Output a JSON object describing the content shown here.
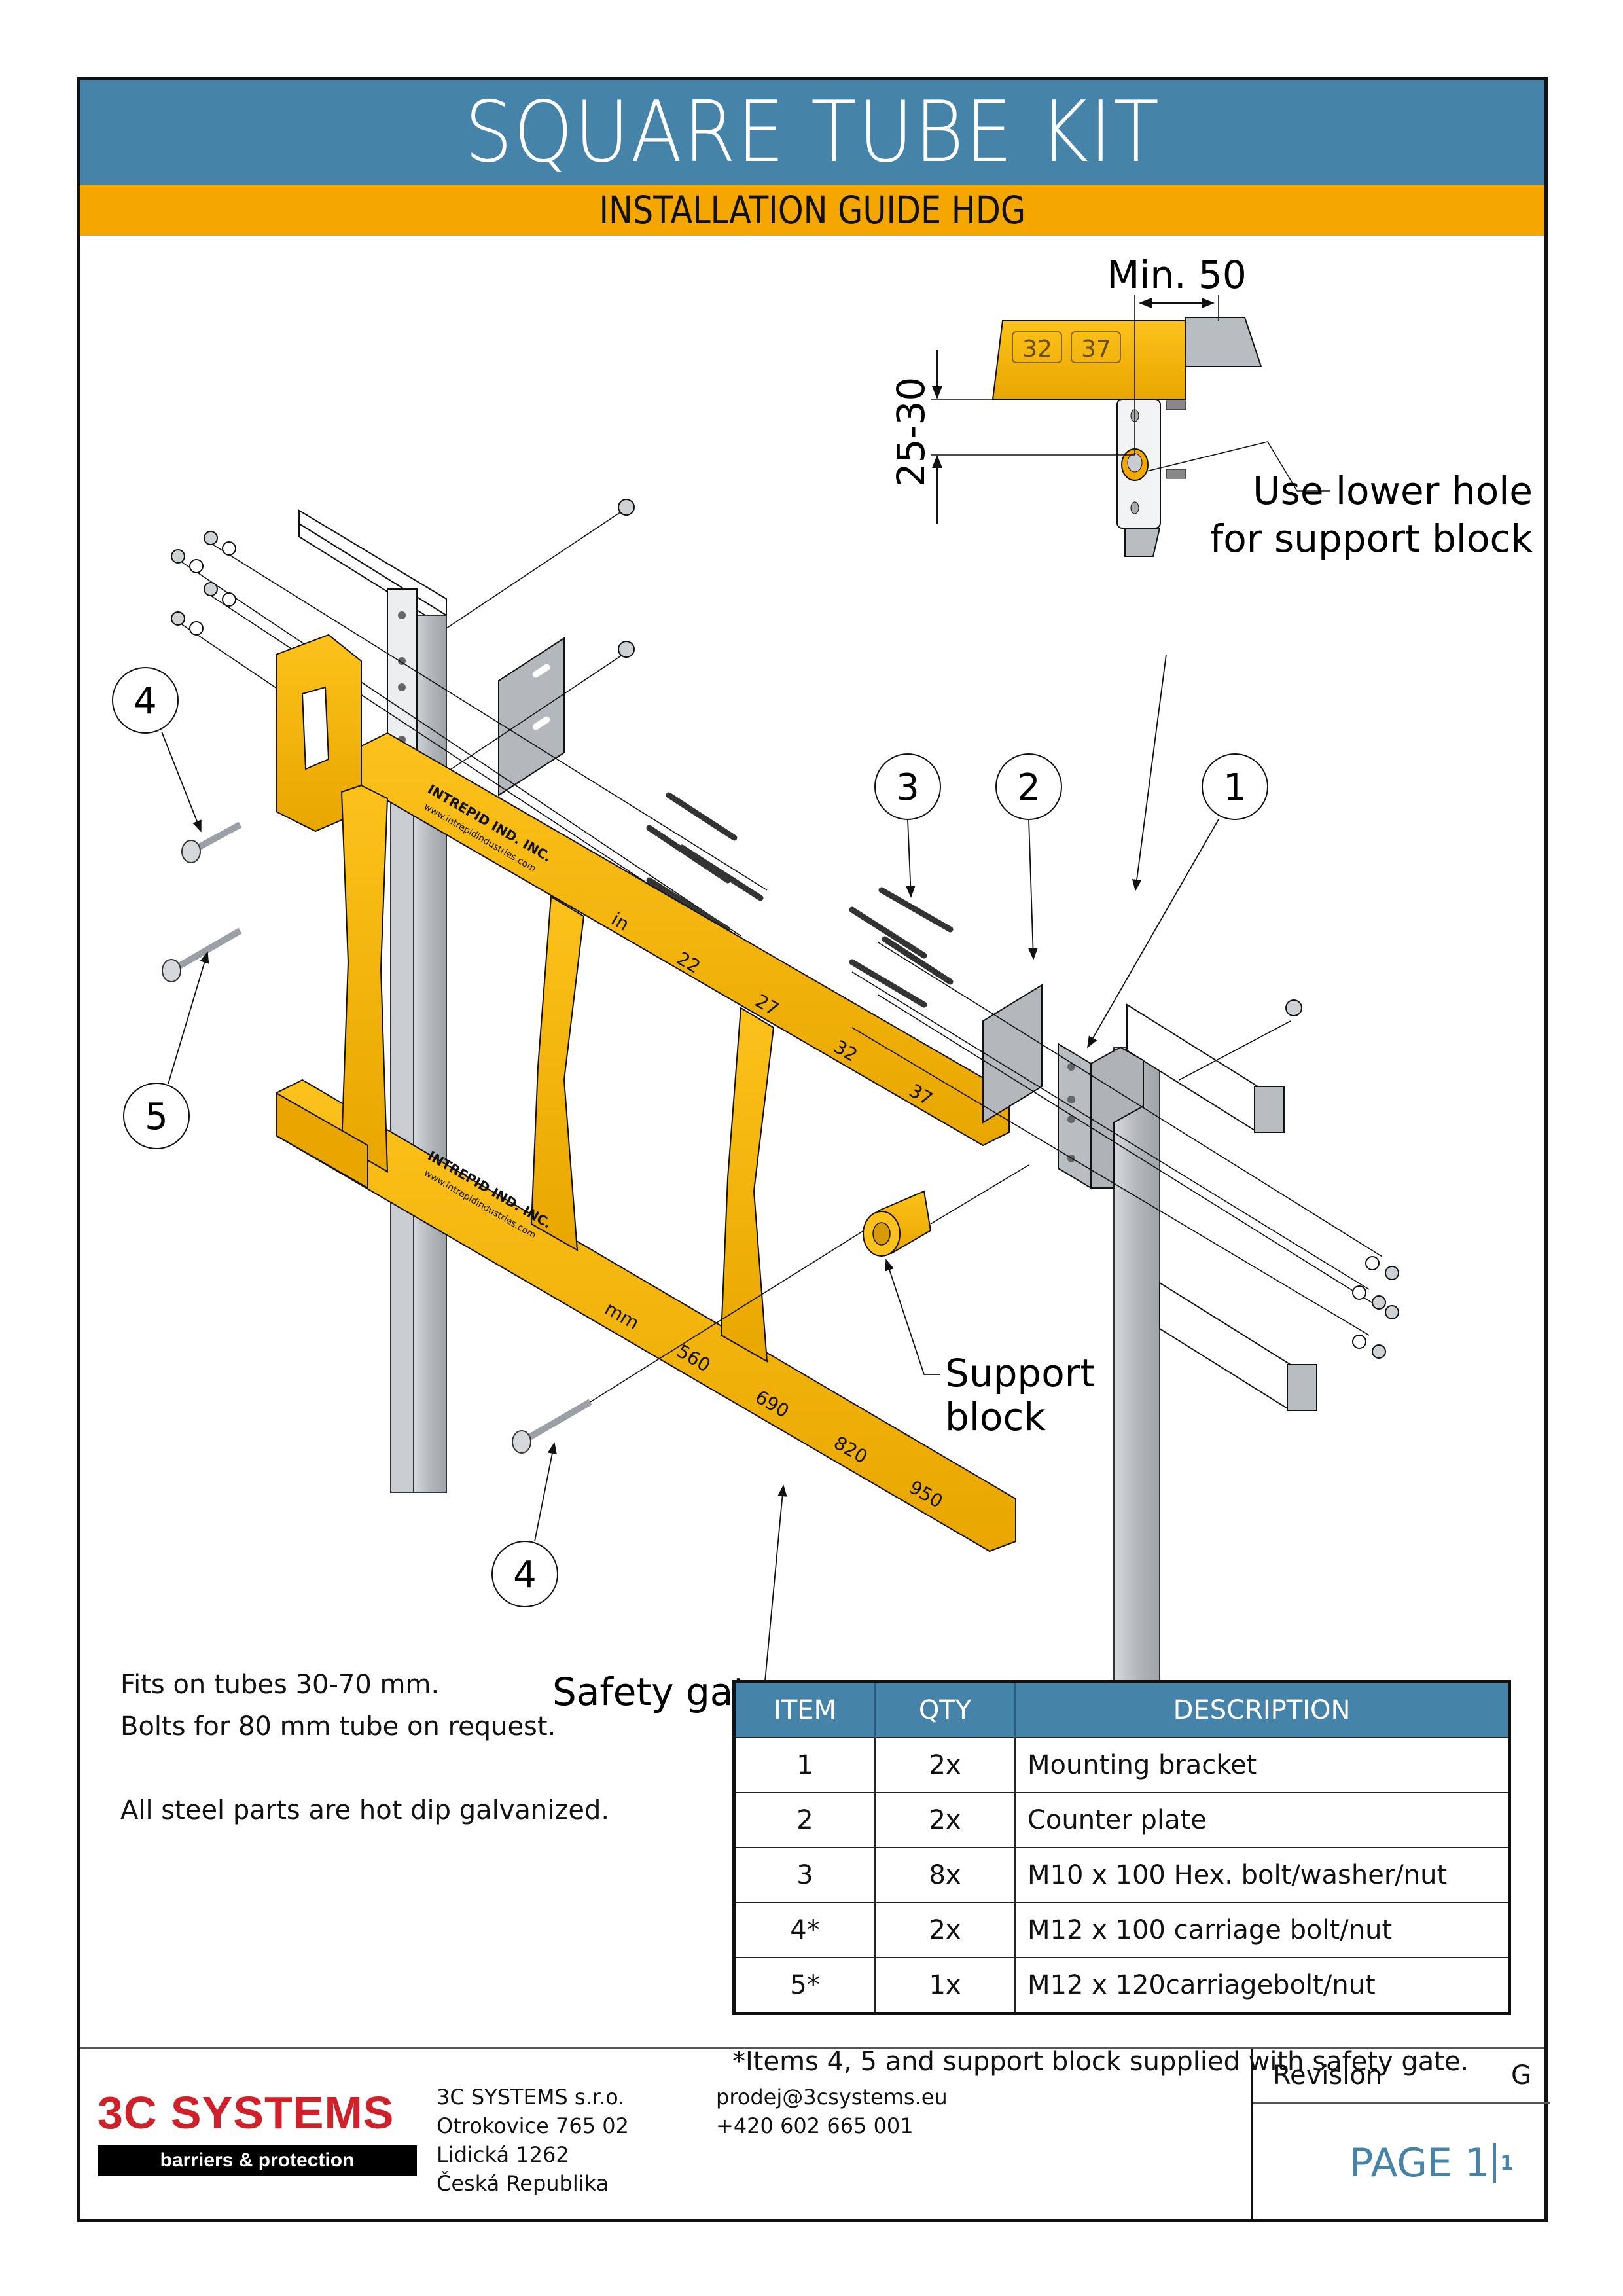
{
  "header": {
    "title": "SQUARE TUBE KIT",
    "subtitle": "INSTALLATION GUIDE HDG"
  },
  "colors": {
    "header_blue": "#4683a9",
    "header_orange": "#f3a700",
    "gate_yellow": "#f8b800",
    "steel_gray": "#b9bdc1",
    "brand_red": "#d0202a"
  },
  "detail": {
    "dimension_width": "Min. 50",
    "dimension_height": "25-30",
    "marker_left": "32",
    "marker_right": "37",
    "note_line1": "Use lower hole",
    "note_line2": "for support block"
  },
  "callouts": [
    {
      "number": "1",
      "target": "Mounting bracket"
    },
    {
      "number": "2",
      "target": "Counter plate"
    },
    {
      "number": "3",
      "target": "Hex. bolt"
    },
    {
      "number": "4",
      "target": "Carriage bolt (upper)"
    },
    {
      "number": "5",
      "target": "Carriage bolt"
    },
    {
      "number": "4",
      "target": "Carriage bolt (lower)"
    }
  ],
  "gate": {
    "brand": "INTREPID IND. INC.",
    "website": "www.intrepidindustries.com",
    "inch_unit": "in",
    "inch_marks": [
      "22",
      "27",
      "32",
      "37"
    ],
    "mm_unit": "mm",
    "mm_marks": [
      "560",
      "690",
      "820",
      "950"
    ]
  },
  "labels": {
    "support_block_line1": "Support",
    "support_block_line2": "block",
    "safety_gate": "Safety gate"
  },
  "notes": [
    "Fits on tubes 30-70 mm.",
    "Bolts for 80 mm tube on request.",
    "",
    "All steel parts are hot dip galvanized."
  ],
  "parts_table": {
    "headers": [
      "ITEM",
      "QTY",
      "DESCRIPTION"
    ],
    "rows": [
      {
        "item": "1",
        "qty": "2x",
        "description": "Mounting bracket"
      },
      {
        "item": "2",
        "qty": "2x",
        "description": "Counter plate"
      },
      {
        "item": "3",
        "qty": "8x",
        "description": "M10 x 100 Hex. bolt/washer/nut"
      },
      {
        "item": "4*",
        "qty": "2x",
        "description": "M12 x 100 carriage bolt/nut"
      },
      {
        "item": "5*",
        "qty": "1x",
        "description": "M12 x 120carriagebolt/nut"
      }
    ],
    "footnote": "*Items 4, 5 and support block supplied with safety gate."
  },
  "footer": {
    "logo_name": "3C SYSTEMS",
    "logo_tagline": "barriers & protection",
    "address": [
      "3C SYSTEMS s.r.o.",
      "Otrokovice 765 02",
      "Lidická 1262",
      "Česká Republika"
    ],
    "email": "prodej@3csystems.eu",
    "phone": "+420 602 665 001",
    "revision_label": "Revision",
    "revision_value": "G",
    "page_label": "PAGE 1",
    "page_total": "1"
  }
}
